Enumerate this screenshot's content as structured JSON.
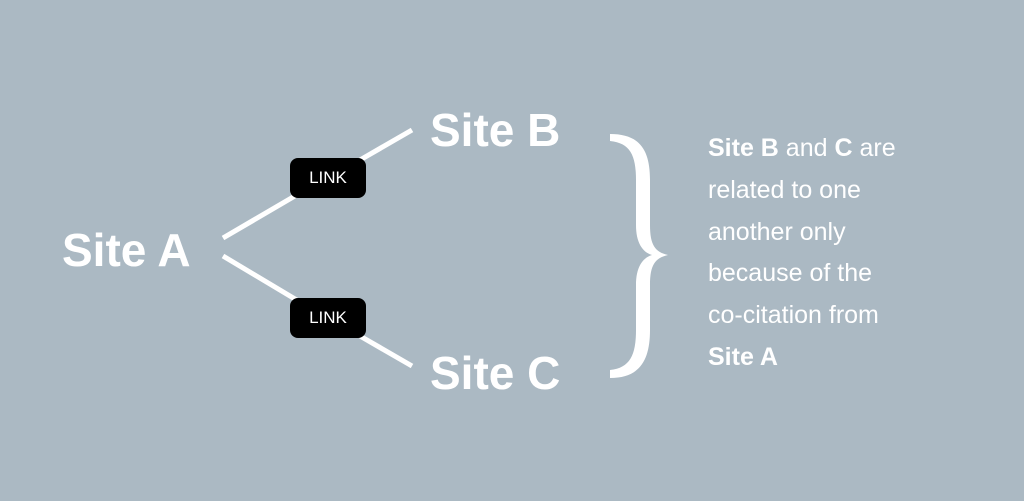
{
  "nodes": {
    "a": "Site A",
    "b": "Site B",
    "c": "Site C"
  },
  "links": [
    "LINK",
    "LINK"
  ],
  "colors": {
    "background": "#abb9c3",
    "foreground": "#ffffff",
    "link_box": "#000000"
  },
  "note": {
    "line1_b1": "Site B",
    "line1_t1": " and ",
    "line1_b2": "C",
    "line1_t2": " are",
    "line2": "related to one",
    "line3": "another only",
    "line4": "because of the",
    "line5": "co-citation from",
    "line6_b": "Site A"
  }
}
